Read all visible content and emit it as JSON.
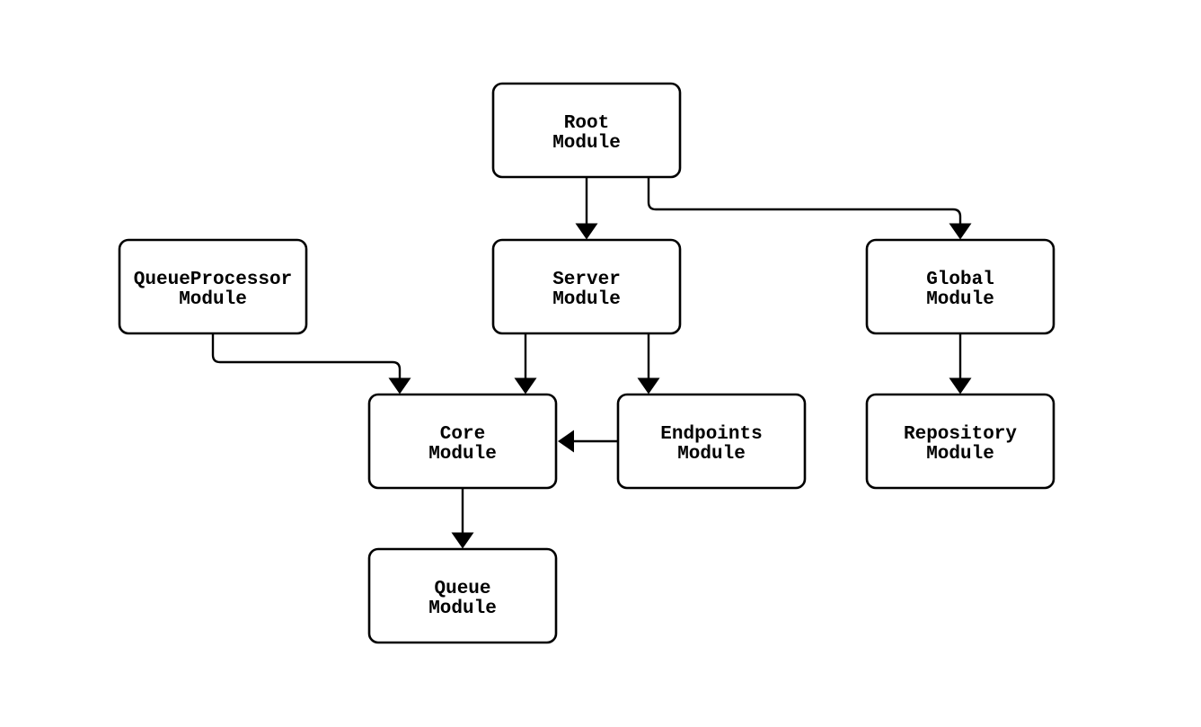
{
  "diagram": {
    "kind": "module-dependency-flowchart",
    "direction": "top-down",
    "background_color": "#ffffff",
    "node_fill_color": "#ffffff",
    "node_border_color": "#000000",
    "edge_color": "#000000",
    "text_color": "#000000"
  },
  "nodes": {
    "root": {
      "label": "Root Module",
      "line1": "Root",
      "line2": "Module"
    },
    "queueprocessor": {
      "label": "QueueProcessor Module",
      "line1": "QueueProcessor",
      "line2": "Module"
    },
    "server": {
      "label": "Server Module",
      "line1": "Server",
      "line2": "Module"
    },
    "global": {
      "label": "Global Module",
      "line1": "Global",
      "line2": "Module"
    },
    "core": {
      "label": "Core Module",
      "line1": "Core",
      "line2": "Module"
    },
    "endpoints": {
      "label": "Endpoints Module",
      "line1": "Endpoints",
      "line2": "Module"
    },
    "repository": {
      "label": "Repository Module",
      "line1": "Repository",
      "line2": "Module"
    },
    "queue": {
      "label": "Queue Module",
      "line1": "Queue",
      "line2": "Module"
    }
  },
  "edges": [
    {
      "from": "Root Module",
      "to": "Server Module"
    },
    {
      "from": "Root Module",
      "to": "Global Module"
    },
    {
      "from": "QueueProcessor Module",
      "to": "Core Module"
    },
    {
      "from": "Server Module",
      "to": "Core Module"
    },
    {
      "from": "Server Module",
      "to": "Endpoints Module"
    },
    {
      "from": "Endpoints Module",
      "to": "Core Module"
    },
    {
      "from": "Global Module",
      "to": "Repository Module"
    },
    {
      "from": "Core Module",
      "to": "Queue Module"
    }
  ]
}
